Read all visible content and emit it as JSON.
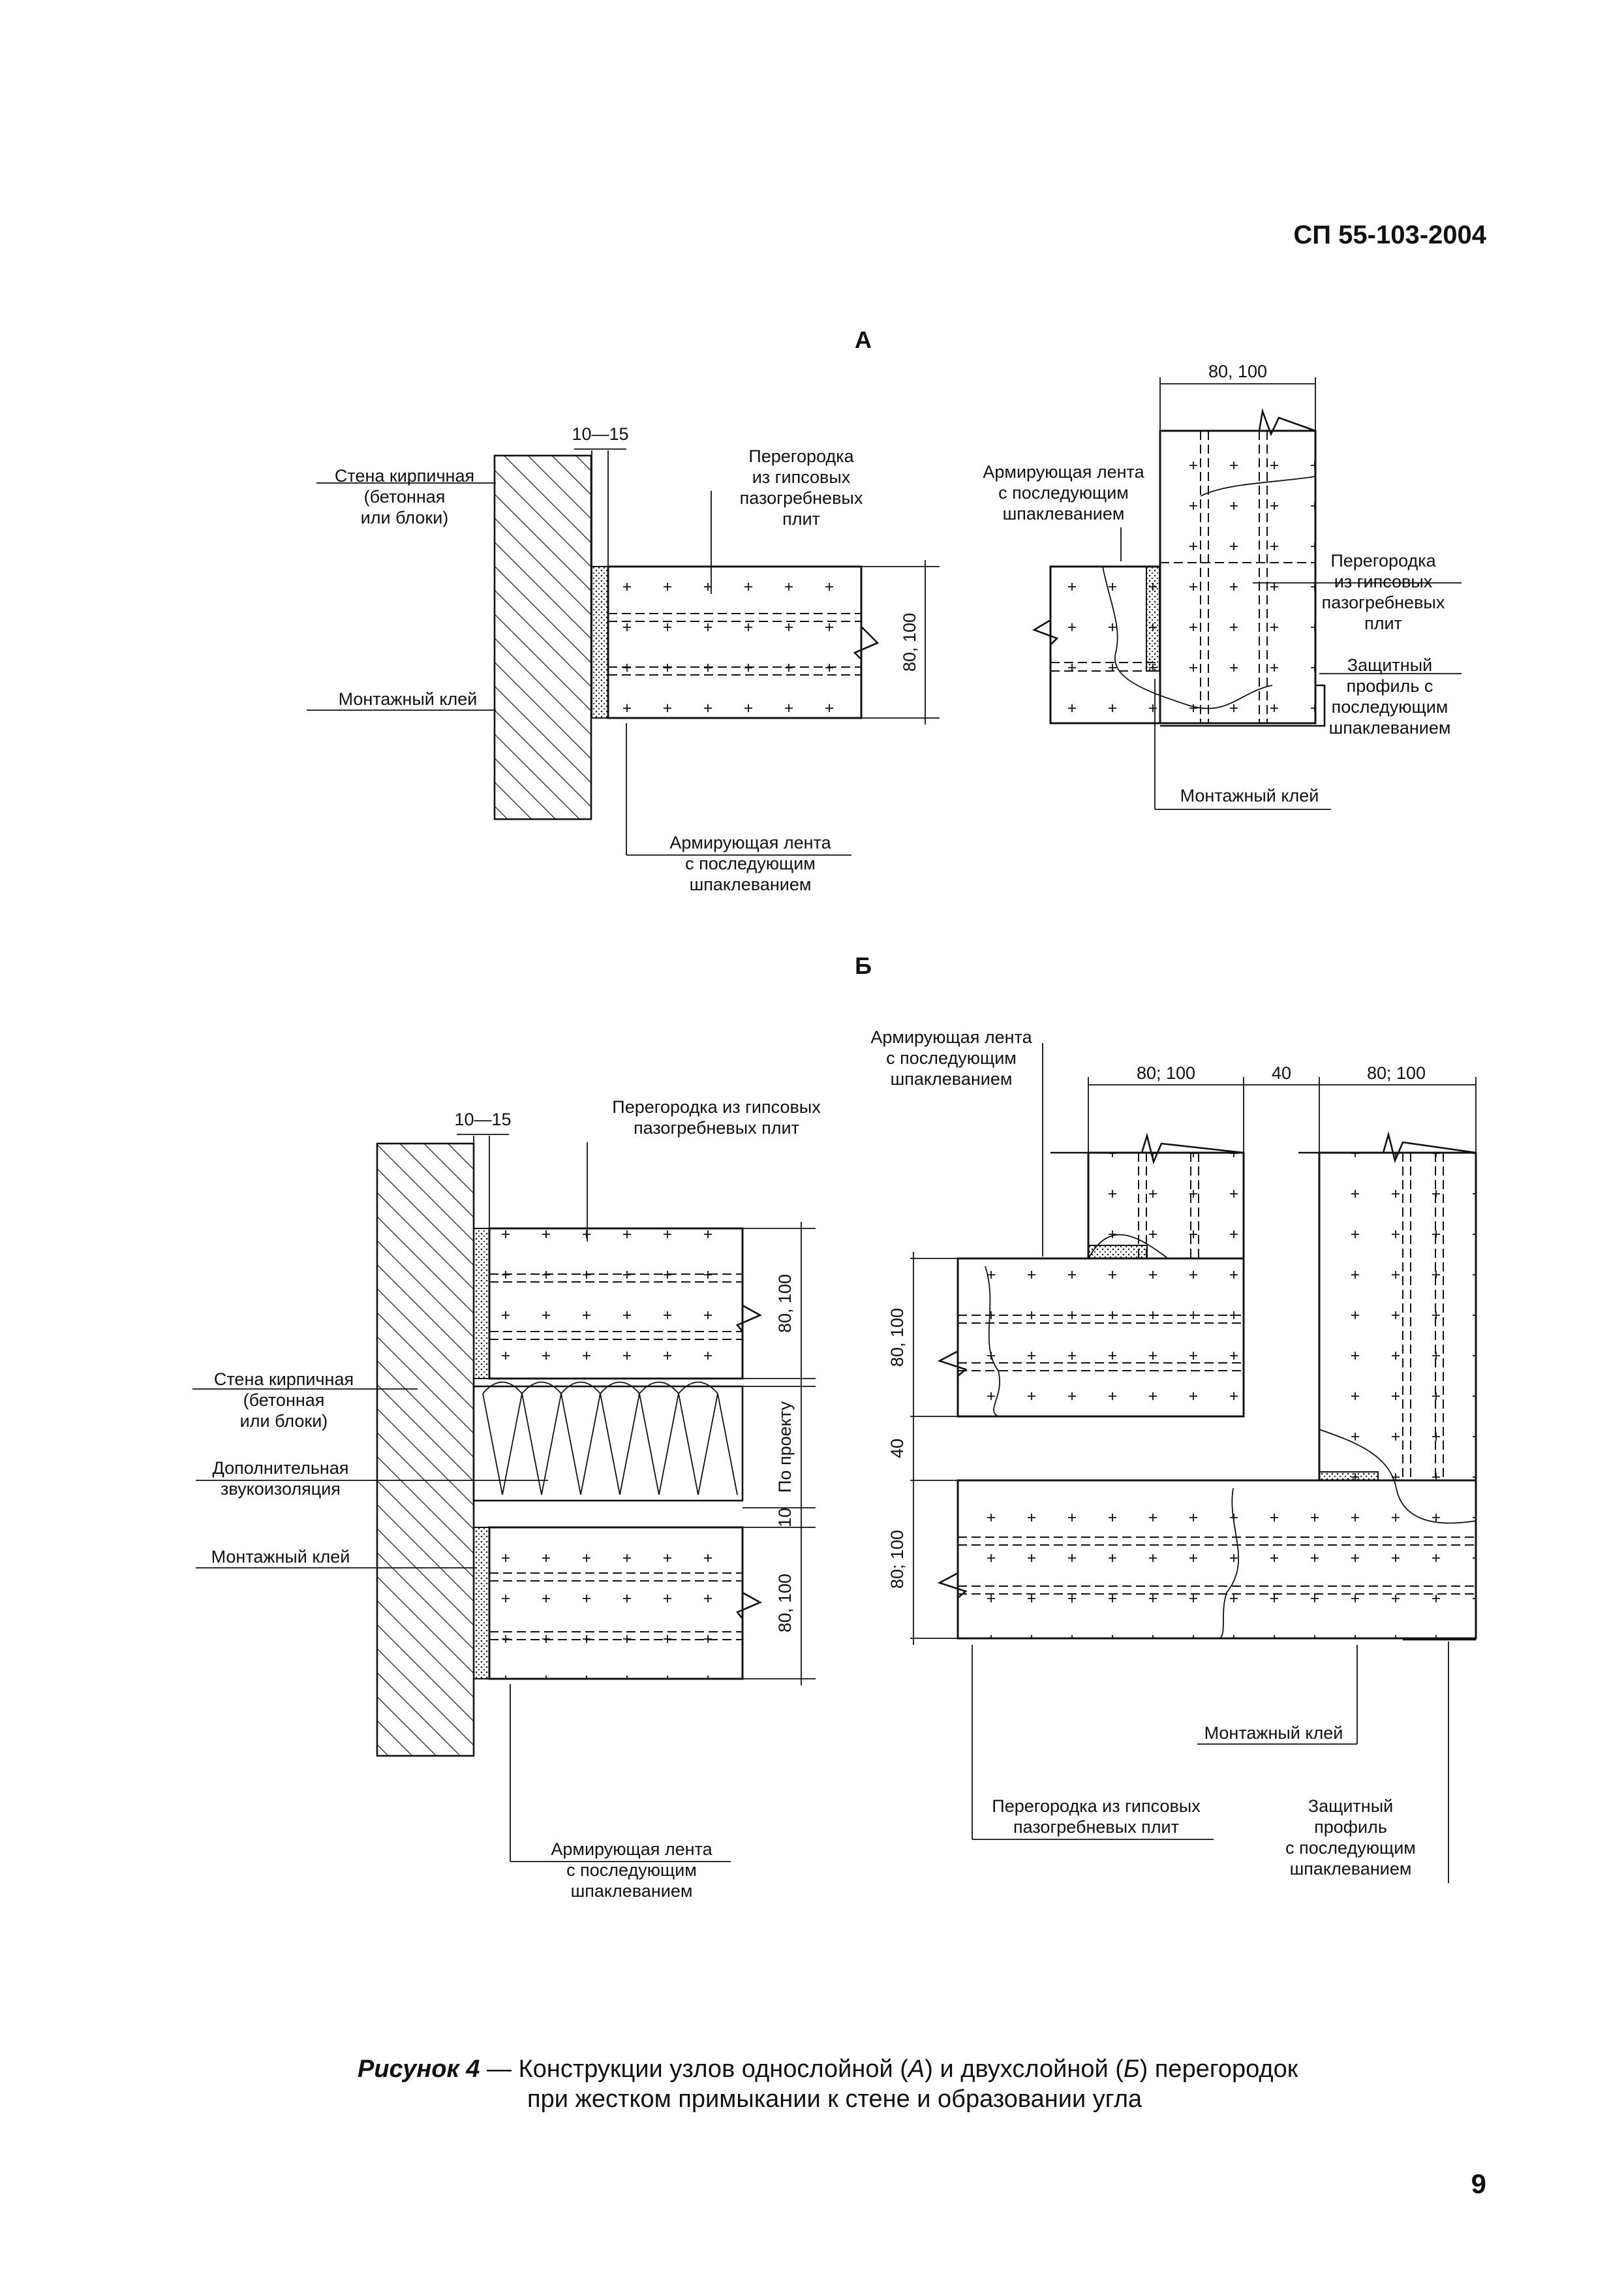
{
  "header": {
    "standard": "СП 55-103-2004"
  },
  "page_number": "9",
  "section_a": {
    "letter": "А",
    "left": {
      "gap_dim": "10—15",
      "wall": [
        "Стена кирпичная",
        "(бетонная",
        "или блоки)"
      ],
      "partition": [
        "Перегородка",
        "из гипсовых",
        "пазогребневых",
        "плит"
      ],
      "thickness_dim": "80, 100",
      "glue": "Монтажный клей",
      "tape": [
        "Армирующая лента",
        "с последующим",
        "шпаклеванием"
      ]
    },
    "right": {
      "thickness_dim": "80, 100",
      "tape": [
        "Армирующая лента",
        "с последующим",
        "шпаклеванием"
      ],
      "partition": [
        "Перегородка",
        "из гипсовых",
        "пазогребневых",
        "плит"
      ],
      "profile": [
        "Защитный",
        "профиль с",
        "последующим",
        "шпаклеванием"
      ],
      "glue": "Монтажный клей"
    }
  },
  "section_b": {
    "letter": "Б",
    "left": {
      "gap_dim": "10—15",
      "partition": [
        "Перегородка из гипсовых",
        "пазогребневых плит"
      ],
      "wall": [
        "Стена кирпичная",
        "(бетонная",
        "или блоки)"
      ],
      "insulation": [
        "Дополнительная",
        "звукоизоляция"
      ],
      "glue": "Монтажный клей",
      "tape": [
        "Армирующая лента",
        "с последующим",
        "шпаклеванием"
      ],
      "dim_top": "80, 100",
      "dim_mid": "По проекту",
      "dim_gap": "10",
      "dim_bottom": "80, 100"
    },
    "right": {
      "tape": [
        "Армирующая лента",
        "с последующим",
        "шпаклеванием"
      ],
      "dim_left_panel": "80; 100",
      "dim_gap": "40",
      "dim_right_panel": "80; 100",
      "vdim_top": "80, 100",
      "vdim_mid": "40",
      "vdim_bottom": "80; 100",
      "glue": "Монтажный клей",
      "partition": [
        "Перегородка из гипсовых",
        "пазогребневых плит"
      ],
      "profile": [
        "Защитный",
        "профиль",
        "с последующим",
        "шпаклеванием"
      ]
    }
  },
  "caption": {
    "label": "Рисунок 4",
    "text_1": " — Конструкции узлов однослойной (",
    "a": "А",
    "text_2": ") и двухслойной (",
    "b": "Б",
    "text_3": ") перегородок",
    "line2": "при жестком примыкании к стене и образовании угла"
  }
}
